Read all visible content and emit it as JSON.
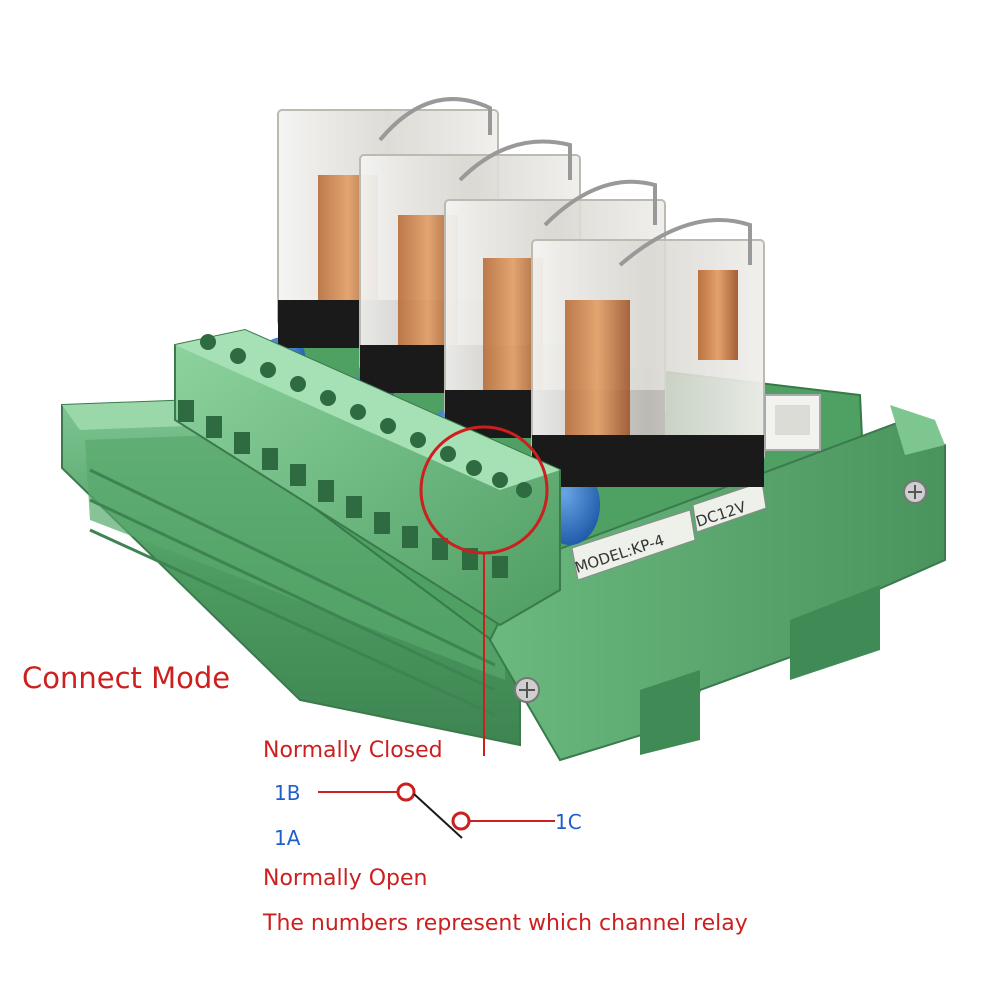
{
  "annotation": {
    "title": "Connect Mode",
    "normally_closed": "Normally Closed",
    "normally_open": "Normally Open",
    "note": "The numbers represent which channel relay",
    "terminal_1b": "1B",
    "terminal_1a": "1A",
    "terminal_1c": "1C"
  },
  "board": {
    "model_label": "MODEL:KP-4",
    "voltage_label": "DC12V"
  },
  "colors": {
    "annotation_red": "#cc1f1f",
    "terminal_blue": "#1f5fcc",
    "board_green": "#5fae72",
    "relay_cap": "#1a1a1a"
  }
}
